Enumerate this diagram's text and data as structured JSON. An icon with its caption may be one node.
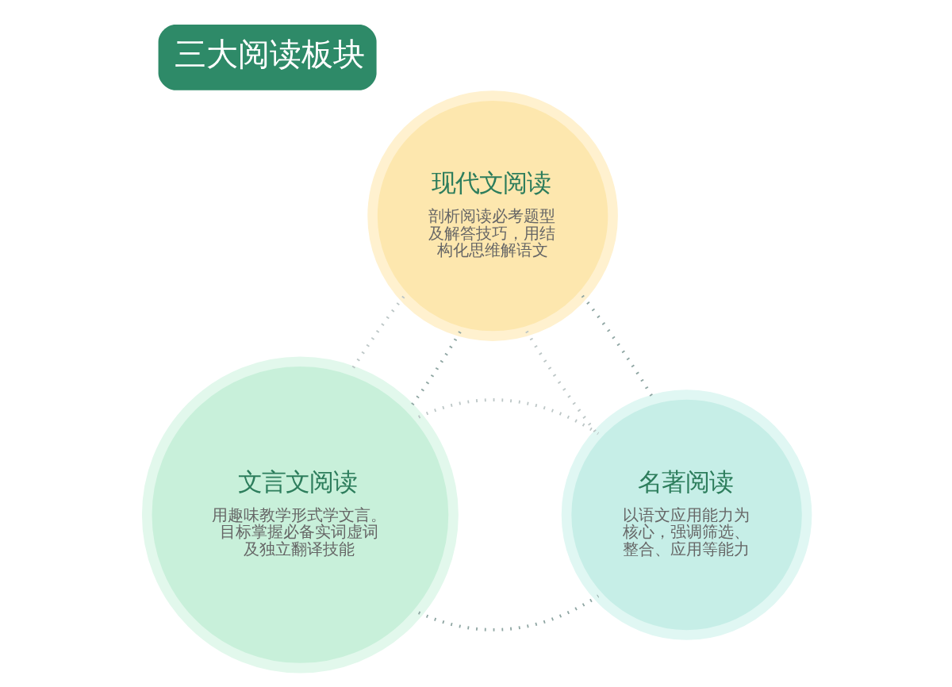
{
  "diagram": {
    "title": "三大阅读板块",
    "nodes": [
      {
        "text": [
          "现代文阅读",
          "剖析阅读必考题型及解答技巧，用结构化思维解语文"
        ]
      },
      {
        "text": [
          "文言文阅读",
          "用趣味教学形式学文言。目标掌握必备实词虚词及独立翻译技能"
        ]
      },
      {
        "text": [
          "名著阅读",
          "以语文应用能力为核心，强调筛选、整合、应用等能力"
        ]
      }
    ],
    "edges": [
      {
        "from": 0,
        "to": 1,
        "arrow": "none",
        "style": "dashed",
        "color": "#bcc6c6"
      },
      {
        "from": 0,
        "to": 1,
        "arrow": "none",
        "style": "dashed"
      },
      {
        "from": 1,
        "to": 2,
        "arrow": "none",
        "style": "dashed"
      },
      {
        "from": 1,
        "to": 2,
        "arrow": "none",
        "style": "dashed",
        "color": "#bcc6c6"
      },
      {
        "from": 0,
        "to": 2,
        "arrow": "none",
        "style": "dashed",
        "color": "#bcc6c6"
      },
      {
        "from": 0,
        "to": 2,
        "arrow": "none",
        "style": "dashed"
      }
    ]
  }
}
